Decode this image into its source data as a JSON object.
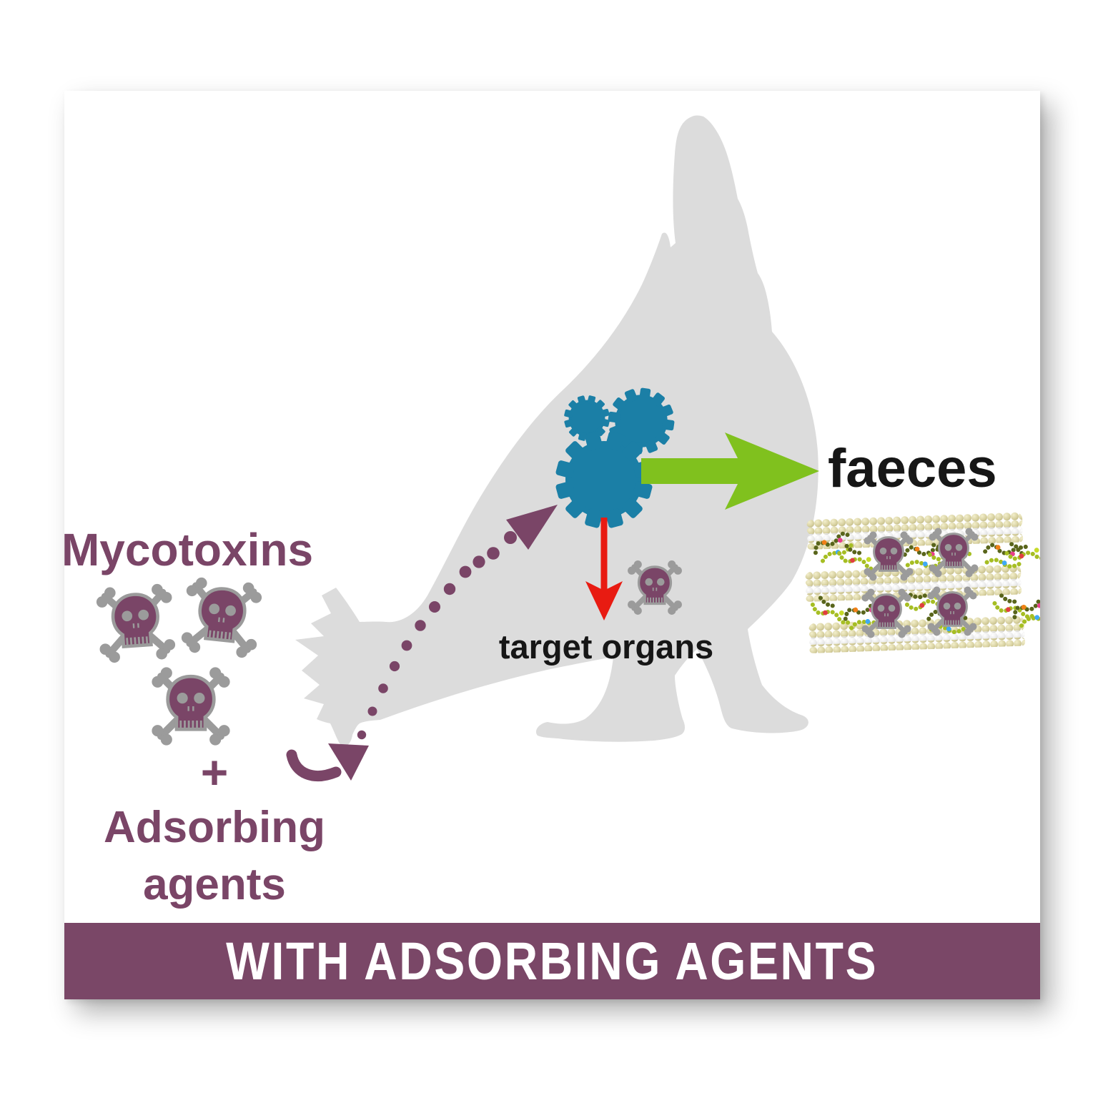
{
  "banner": {
    "label": "WITH ADSORBING AGENTS",
    "bg_color": "#7A4767",
    "text_color": "#FFFFFF"
  },
  "diagram": {
    "mycotoxins_label": "Mycotoxins",
    "plus_label": "+",
    "adsorbing_label_line1": "Adsorbing",
    "adsorbing_label_line2": "agents",
    "faeces_label": "faeces",
    "target_organs_label": "target organs",
    "icons": {
      "chicken": "chicken-silhouette",
      "skulls": "skull-crossbones-icon",
      "gears": "gears-metabolism-icon",
      "ingestion_path": "dotted-ingestion-path",
      "feed_arrow": "curved-feed-arrow-icon",
      "excretion_arrow": "green-right-arrow-icon",
      "organ_arrow": "red-down-arrow-icon",
      "adsorbent": "adsorbent-clay-layers-illustration"
    }
  },
  "colors": {
    "purple": "#7A4567",
    "silhouette_gray": "#DCDCDC",
    "bone_gray": "#9B9B9B",
    "gear_teal": "#1B7FA6",
    "arrow_green": "#80C11E",
    "arrow_red": "#E81B12",
    "text_black": "#161616",
    "clay_tan": "#D8D1A0",
    "clay_white": "#EFEFEF"
  }
}
